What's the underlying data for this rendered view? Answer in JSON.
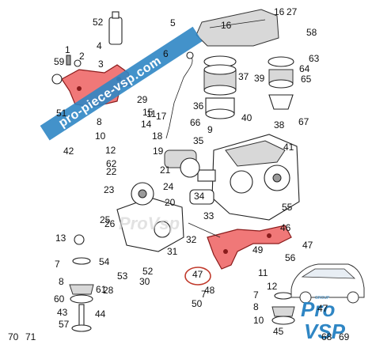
{
  "watermark": {
    "banner_text": "pro-piece-vsp.com",
    "ghost_text": "ProVsp",
    "colors": {
      "banner": "#2f86c4",
      "highlight": "#f07878",
      "highlight_ring": "#c0392b"
    }
  },
  "logo": {
    "pro": "Pro",
    "vsp": "VSP",
    "group": "GROUP"
  },
  "highlighted_part": "51",
  "callouts": [
    "1",
    "2",
    "3",
    "4",
    "5",
    "6",
    "7",
    "7",
    "7",
    "8",
    "8",
    "8",
    "9",
    "10",
    "10",
    "11",
    "11",
    "12",
    "12",
    "13",
    "14",
    "15",
    "16",
    "16",
    "17",
    "18",
    "19",
    "20",
    "21",
    "22",
    "23",
    "24",
    "25",
    "26",
    "27",
    "28",
    "29",
    "30",
    "31",
    "32",
    "33",
    "34",
    "35",
    "36",
    "37",
    "38",
    "39",
    "40",
    "41",
    "42",
    "43",
    "44",
    "45",
    "46",
    "47",
    "47",
    "47",
    "48",
    "49",
    "50",
    "51",
    "52",
    "52",
    "53",
    "54",
    "55",
    "56",
    "57",
    "58",
    "59",
    "60",
    "61",
    "62",
    "63",
    "64",
    "65",
    "66",
    "67",
    "68",
    "69",
    "70",
    "71"
  ]
}
